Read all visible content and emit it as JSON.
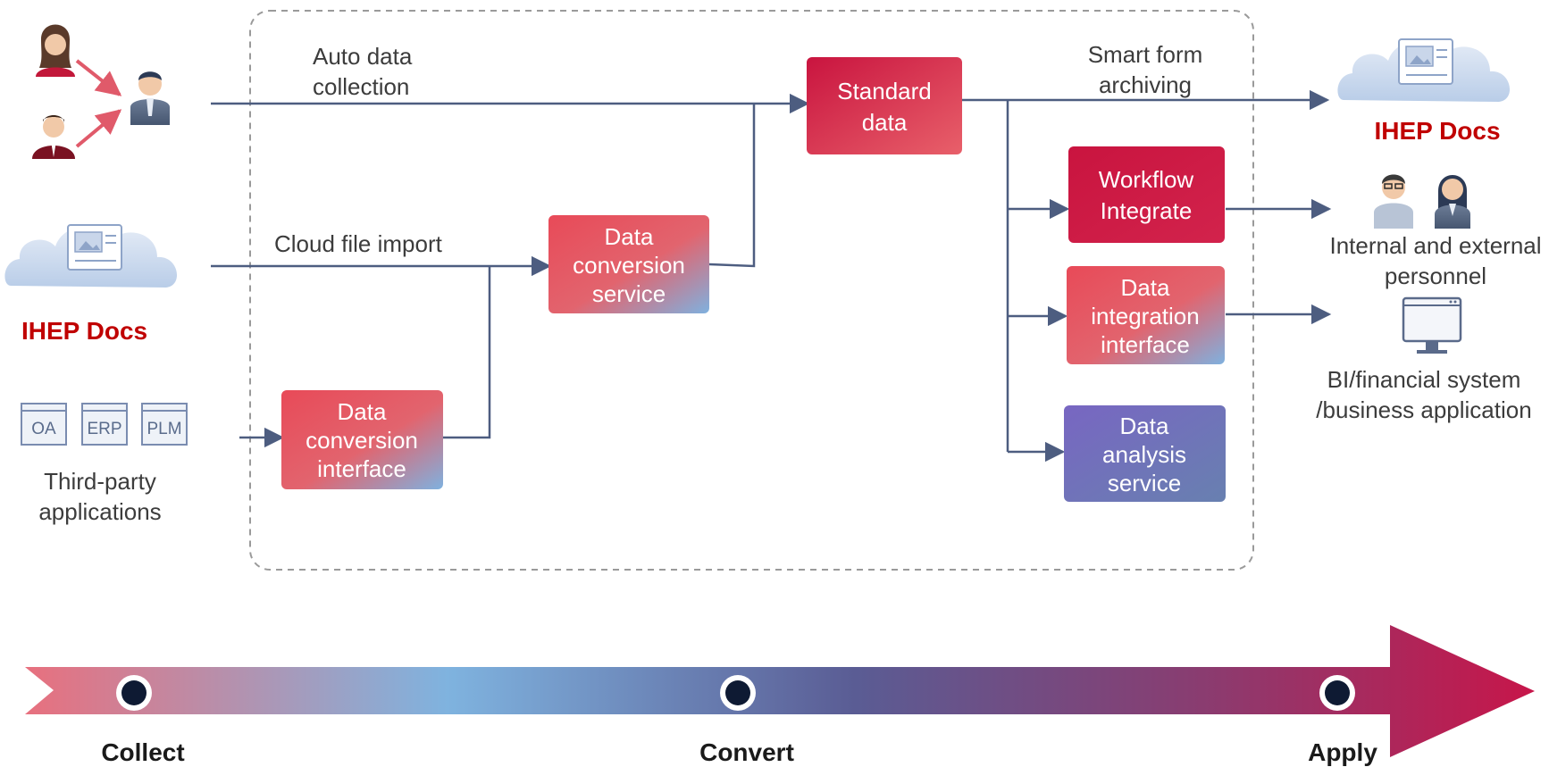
{
  "sources": {
    "auto_collection_label": [
      "Auto data",
      "collection"
    ],
    "cloud_import_label": "Cloud file import",
    "ihep_docs_left": "IHEP Docs",
    "third_party_apps": [
      "OA",
      "ERP",
      "PLM"
    ],
    "third_party_label": [
      "Third-party",
      "applications"
    ]
  },
  "boxes": {
    "standard_data": [
      "Standard",
      "data"
    ],
    "data_conversion_service": [
      "Data",
      "conversion",
      "service"
    ],
    "data_conversion_interface": [
      "Data",
      "conversion",
      "interface"
    ],
    "workflow_integrate": [
      "Workflow",
      "Integrate"
    ],
    "data_integration_interface": [
      "Data",
      "integration",
      "interface"
    ],
    "data_analysis_service": [
      "Data",
      "analysis",
      "service"
    ]
  },
  "outputs": {
    "smart_form_label": [
      "Smart form",
      "archiving"
    ],
    "ihep_docs_right": "IHEP Docs",
    "personnel_label": [
      "Internal and external",
      "personnel"
    ],
    "bi_label": [
      "BI/financial system",
      "/business application"
    ]
  },
  "stages": [
    "Collect",
    "Convert",
    "Apply"
  ],
  "icons": {
    "cloud": "cloud-docs-icon",
    "person_female": "woman-icon",
    "person_male": "man-icon",
    "manager": "manager-icon",
    "staff_male": "staff-male-icon",
    "staff_female": "staff-female-icon",
    "monitor": "monitor-icon"
  },
  "colors": {
    "brand_red": "#c00000",
    "accent_crimson": "#c8184a",
    "coral": "#e8545a",
    "sky": "#7fb2de",
    "purple": "#7b68c0",
    "slate": "#6a7ba8",
    "line": "#4d5d80"
  }
}
